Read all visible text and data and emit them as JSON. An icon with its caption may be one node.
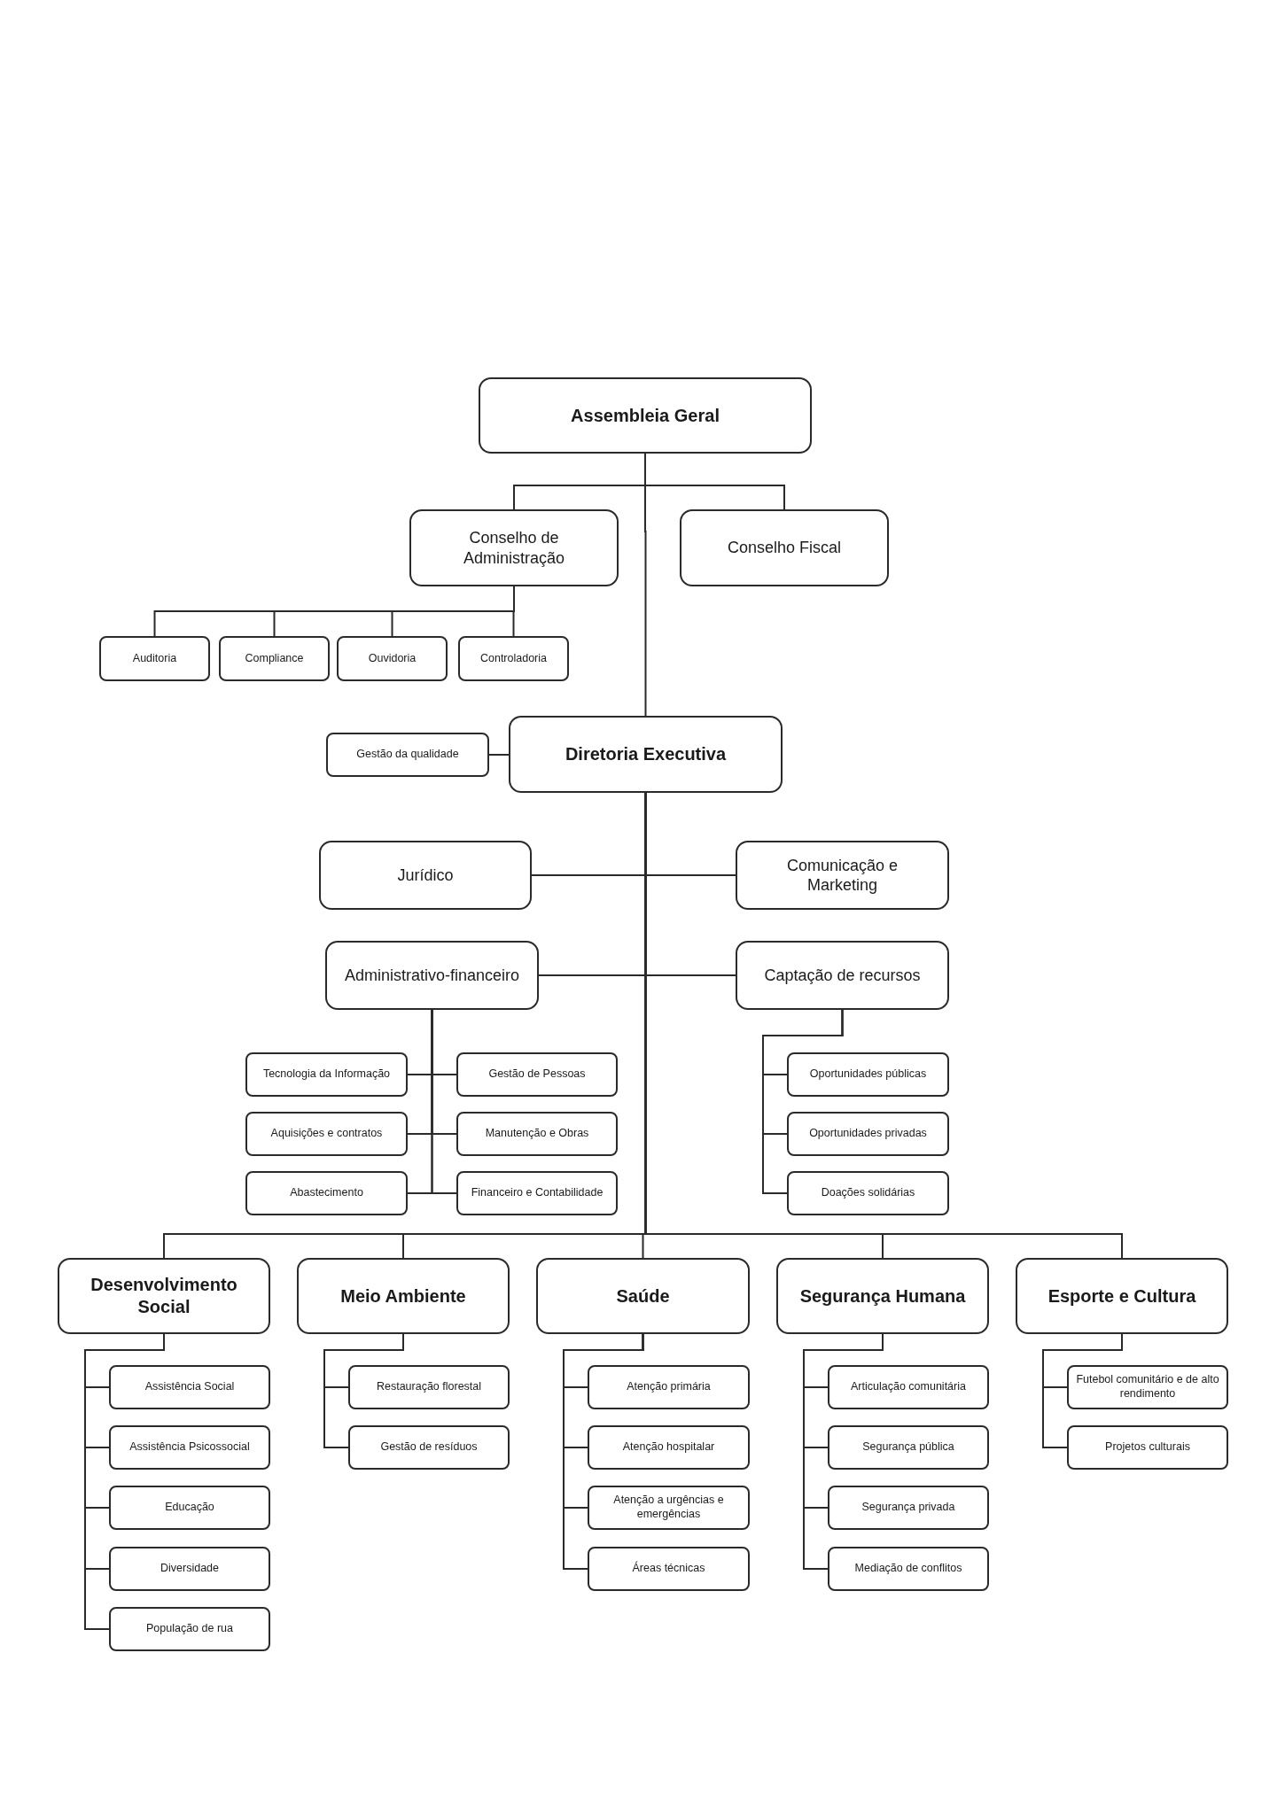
{
  "diagram": {
    "nodes": [
      {
        "text": [
          "Assembleia Geral"
        ]
      },
      {
        "text": [
          "Conselho de Administração"
        ]
      },
      {
        "text": [
          "Conselho Fiscal"
        ]
      },
      {
        "text": [
          "Auditoria"
        ]
      },
      {
        "text": [
          "Compliance"
        ]
      },
      {
        "text": [
          "Ouvidoria"
        ]
      },
      {
        "text": [
          "Controladoria"
        ]
      },
      {
        "text": [
          "Gestão da qualidade"
        ]
      },
      {
        "text": [
          "Diretoria Executiva"
        ]
      },
      {
        "text": [
          "Jurídico"
        ]
      },
      {
        "text": [
          "Comunicação e Marketing"
        ]
      },
      {
        "text": [
          "Administrativo-financeiro"
        ]
      },
      {
        "text": [
          "Captação de recursos"
        ]
      },
      {
        "text": [
          "Tecnologia da Informação"
        ]
      },
      {
        "text": [
          "Gestão de Pessoas"
        ]
      },
      {
        "text": [
          "Aquisições e contratos"
        ]
      },
      {
        "text": [
          "Manutenção e Obras"
        ]
      },
      {
        "text": [
          "Abastecimento"
        ]
      },
      {
        "text": [
          "Financeiro e Contabilidade"
        ]
      },
      {
        "text": [
          "Oportunidades públicas"
        ]
      },
      {
        "text": [
          "Oportunidades privadas"
        ]
      },
      {
        "text": [
          "Doações solidárias"
        ]
      },
      {
        "text": [
          "Desenvolvimento Social"
        ]
      },
      {
        "text": [
          "Meio Ambiente"
        ]
      },
      {
        "text": [
          "Saúde"
        ]
      },
      {
        "text": [
          "Segurança Humana"
        ]
      },
      {
        "text": [
          "Esporte e Cultura"
        ]
      },
      {
        "text": [
          "Assistência Social"
        ]
      },
      {
        "text": [
          "Assistência Psicossocial"
        ]
      },
      {
        "text": [
          "Educação"
        ]
      },
      {
        "text": [
          "Diversidade"
        ]
      },
      {
        "text": [
          "População de rua"
        ]
      },
      {
        "text": [
          "Restauração florestal"
        ]
      },
      {
        "text": [
          "Gestão de resíduos"
        ]
      },
      {
        "text": [
          "Atenção primária"
        ]
      },
      {
        "text": [
          "Atenção hospitalar"
        ]
      },
      {
        "text": [
          "Atenção a urgências e emergências"
        ]
      },
      {
        "text": [
          "Áreas técnicas"
        ]
      },
      {
        "text": [
          "Articulação comunitária"
        ]
      },
      {
        "text": [
          "Segurança pública"
        ]
      },
      {
        "text": [
          "Segurança privada"
        ]
      },
      {
        "text": [
          "Mediação de conflitos"
        ]
      },
      {
        "text": [
          "Futebol comunitário e de alto rendimento"
        ]
      },
      {
        "text": [
          "Projetos culturais"
        ]
      }
    ],
    "edges": [
      {
        "from": 0,
        "to": 1,
        "arrow": "none"
      },
      {
        "from": 0,
        "to": 2,
        "arrow": "none"
      },
      {
        "from": 0,
        "to": 8,
        "arrow": "none"
      },
      {
        "from": 1,
        "to": 3,
        "arrow": "none"
      },
      {
        "from": 1,
        "to": 4,
        "arrow": "none"
      },
      {
        "from": 1,
        "to": 5,
        "arrow": "none"
      },
      {
        "from": 1,
        "to": 6,
        "arrow": "none"
      },
      {
        "from": 8,
        "to": 7,
        "arrow": "none"
      },
      {
        "from": 8,
        "to": 9,
        "arrow": "none"
      },
      {
        "from": 8,
        "to": 10,
        "arrow": "none"
      },
      {
        "from": 8,
        "to": 11,
        "arrow": "none"
      },
      {
        "from": 8,
        "to": 12,
        "arrow": "none"
      },
      {
        "from": 11,
        "to": 13,
        "arrow": "none"
      },
      {
        "from": 11,
        "to": 14,
        "arrow": "none"
      },
      {
        "from": 11,
        "to": 15,
        "arrow": "none"
      },
      {
        "from": 11,
        "to": 16,
        "arrow": "none"
      },
      {
        "from": 11,
        "to": 17,
        "arrow": "none"
      },
      {
        "from": 11,
        "to": 18,
        "arrow": "none"
      },
      {
        "from": 12,
        "to": 19,
        "arrow": "none"
      },
      {
        "from": 12,
        "to": 20,
        "arrow": "none"
      },
      {
        "from": 12,
        "to": 21,
        "arrow": "none"
      },
      {
        "from": 8,
        "to": 22,
        "arrow": "none"
      },
      {
        "from": 8,
        "to": 23,
        "arrow": "none"
      },
      {
        "from": 8,
        "to": 24,
        "arrow": "none"
      },
      {
        "from": 8,
        "to": 25,
        "arrow": "none"
      },
      {
        "from": 8,
        "to": 26,
        "arrow": "none"
      },
      {
        "from": 22,
        "to": 27,
        "arrow": "none"
      },
      {
        "from": 22,
        "to": 28,
        "arrow": "none"
      },
      {
        "from": 22,
        "to": 29,
        "arrow": "none"
      },
      {
        "from": 22,
        "to": 30,
        "arrow": "none"
      },
      {
        "from": 22,
        "to": 31,
        "arrow": "none"
      },
      {
        "from": 23,
        "to": 32,
        "arrow": "none"
      },
      {
        "from": 23,
        "to": 33,
        "arrow": "none"
      },
      {
        "from": 24,
        "to": 34,
        "arrow": "none"
      },
      {
        "from": 24,
        "to": 35,
        "arrow": "none"
      },
      {
        "from": 24,
        "to": 36,
        "arrow": "none"
      },
      {
        "from": 24,
        "to": 37,
        "arrow": "none"
      },
      {
        "from": 25,
        "to": 38,
        "arrow": "none"
      },
      {
        "from": 25,
        "to": 39,
        "arrow": "none"
      },
      {
        "from": 25,
        "to": 40,
        "arrow": "none"
      },
      {
        "from": 25,
        "to": 41,
        "arrow": "none"
      },
      {
        "from": 26,
        "to": 42,
        "arrow": "none"
      },
      {
        "from": 26,
        "to": 43,
        "arrow": "none"
      }
    ]
  }
}
